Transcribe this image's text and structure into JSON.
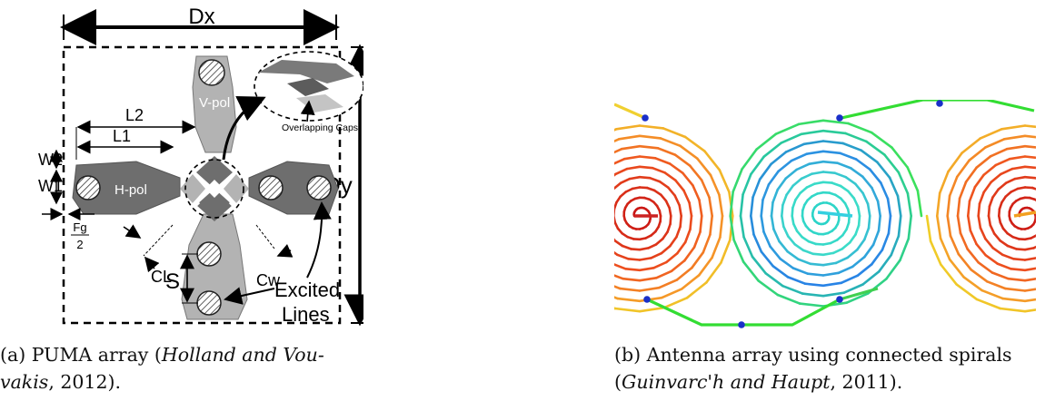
{
  "figure_a": {
    "dims": {
      "dx": "Dx",
      "dy": "Dy"
    },
    "labels": {
      "vpol": "V-pol",
      "hpol": "H-pol",
      "overlap": "Overlapping Caps",
      "l2": "L2",
      "l1": "L1",
      "w2": "W2",
      "w1": "W1",
      "fg_num": "Fg",
      "fg_den": "2",
      "cl": "CL",
      "cw": "Cw",
      "s": "S",
      "excited": "Excited",
      "lines": "Lines"
    },
    "caption": {
      "prefix": "(a) PUMA array (",
      "authors_1": "Holland and Vou-",
      "authors_2": "vakis",
      "suffix": ", 2012)."
    },
    "colors": {
      "metal_dark": "#6e6e6e",
      "metal_light": "#b3b3b3",
      "hatch": "#3a3a3a"
    }
  },
  "figure_b": {
    "caption": {
      "line1": "(b) Antenna array using connected spirals",
      "paren": "(",
      "authors": "Guinvarc'h and Haupt",
      "suffix": ", 2011)."
    },
    "colors": {
      "feed_dot": "#1a2fc9",
      "connector": "#33dd33"
    }
  }
}
